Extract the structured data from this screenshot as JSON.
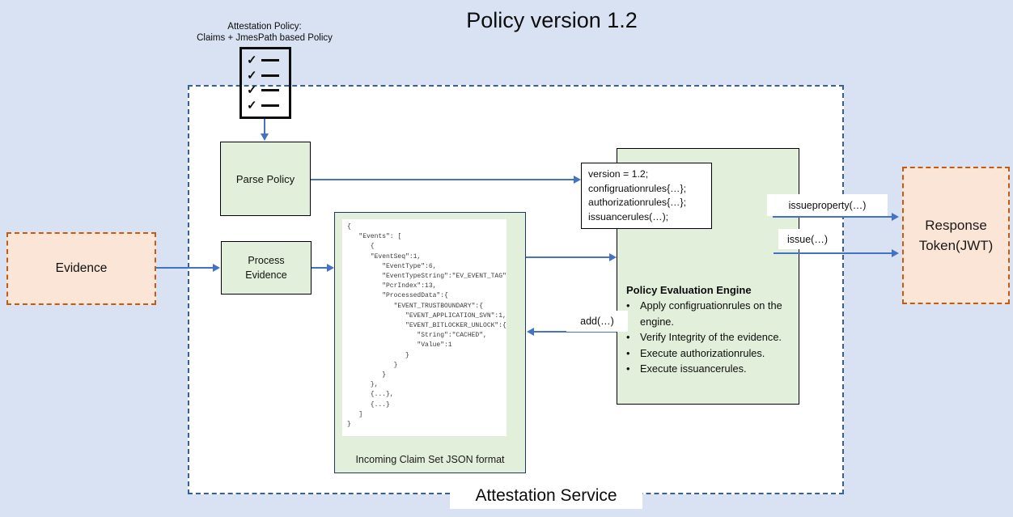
{
  "title": "Policy version 1.2",
  "attestation_policy_note": {
    "line1": "Attestation Policy:",
    "line2": "Claims + JmesPath based Policy"
  },
  "service": {
    "label": "Attestation Service"
  },
  "boxes": {
    "evidence": {
      "label": "Evidence"
    },
    "parse_policy": {
      "label": "Parse Policy"
    },
    "process_evidence": {
      "line1": "Process",
      "line2": "Evidence"
    },
    "response_token": {
      "line1": "Response",
      "line2": "Token(JWT)"
    }
  },
  "policy_snippet": {
    "lines": [
      "version = 1.2;",
      "configruationrules{…};",
      "authorizationrules{…};",
      "issuancerules(…);"
    ]
  },
  "claim_set": {
    "caption": "Incoming Claim Set JSON format",
    "code_lines": [
      "{",
      "   \"Events\": [",
      "      {",
      "      \"EventSeq\":1,",
      "         \"EventType\":6,",
      "         \"EventTypeString\":\"EV_EVENT_TAG\",",
      "         \"PcrIndex\":13,",
      "         \"ProcessedData\":{",
      "            \"EVENT_TRUSTBOUNDARY\":{",
      "               \"EVENT_APPLICATION_SVN\":1,",
      "               \"EVENT_BITLOCKER_UNLOCK\":{",
      "                  \"String\":\"CACHED\",",
      "                  \"Value\":1",
      "               }",
      "            }",
      "         }",
      "      },",
      "      {...},",
      "      {...}",
      "   ]",
      "}"
    ]
  },
  "engine": {
    "title": "Policy Evaluation Engine",
    "bullets": [
      "Apply configruationrules on the engine.",
      "Verify Integrity of the evidence.",
      "Execute authorizationrules.",
      "Execute issuancerules."
    ]
  },
  "arrow_labels": {
    "add": "add(…)",
    "issueproperty": "issueproperty(…)",
    "issue": "issue(…)"
  },
  "colors": {
    "page_background": "#d9e2f3",
    "service_fill": "#ffffff",
    "service_border": "#35609f",
    "green_fill": "#e2efda",
    "peach_fill": "#fbe5d6",
    "peach_border": "#c55a11",
    "arrow_blue": "#4472c4",
    "claimset_border": "#1f3864"
  },
  "icons": {
    "checklist": "checklist-icon"
  }
}
